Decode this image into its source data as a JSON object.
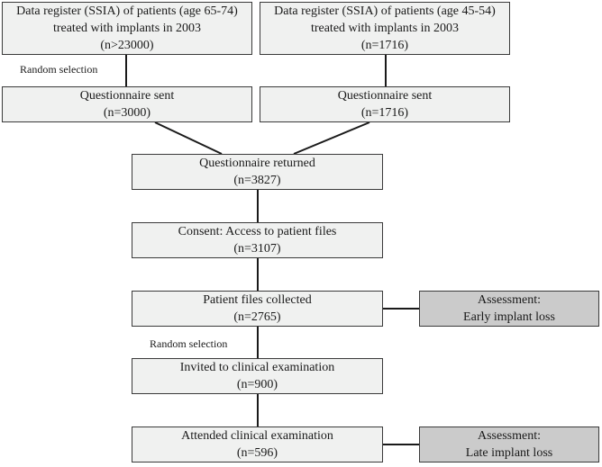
{
  "flowchart": {
    "register_older": {
      "lines": [
        "Data register (SSIA) of patients (age 65-74)",
        "treated with implants in 2003",
        "(n>23000)"
      ]
    },
    "register_younger": {
      "lines": [
        "Data register (SSIA) of patients (age 45-54)",
        "treated with implants in 2003",
        "(n=1716)"
      ]
    },
    "random_selection_label_1": "Random selection",
    "questionnaire_sent_older": {
      "lines": [
        "Questionnaire sent",
        "(n=3000)"
      ]
    },
    "questionnaire_sent_younger": {
      "lines": [
        "Questionnaire sent",
        "(n=1716)"
      ]
    },
    "questionnaire_returned": {
      "lines": [
        "Questionnaire returned",
        "(n=3827)"
      ]
    },
    "consent": {
      "lines": [
        "Consent: Access to patient files",
        "(n=3107)"
      ]
    },
    "patient_files": {
      "lines": [
        "Patient files collected",
        "(n=2765)"
      ]
    },
    "assessment_early": {
      "lines": [
        "Assessment:",
        "Early implant loss"
      ]
    },
    "random_selection_label_2": "Random selection",
    "invited": {
      "lines": [
        "Invited to clinical examination",
        "(n=900)"
      ]
    },
    "attended": {
      "lines": [
        "Attended clinical examination",
        "(n=596)"
      ]
    },
    "assessment_late": {
      "lines": [
        "Assessment:",
        "Late implant loss"
      ]
    }
  },
  "colors": {
    "box_fill": "#f0f1f0",
    "assessment_fill": "#cbcbcb",
    "border": "#3a3a3a",
    "connector": "#1a1a1a"
  }
}
